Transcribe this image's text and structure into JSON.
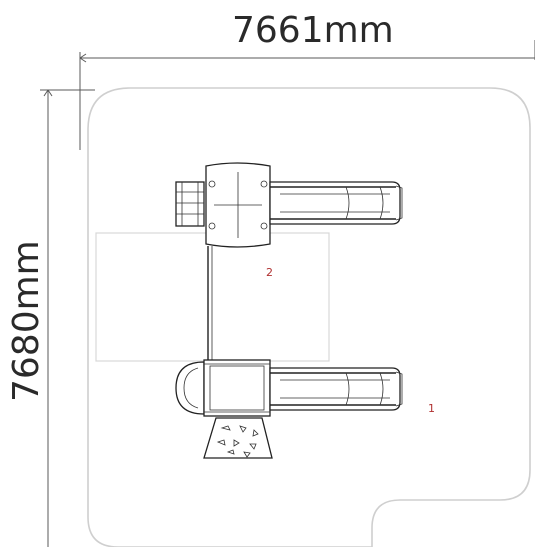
{
  "dimensions": {
    "width_label": "7661mm",
    "height_label": "7680mm"
  },
  "zones": [
    {
      "label": "1"
    },
    {
      "label": "2"
    }
  ],
  "colors": {
    "zone_label": "#b03030",
    "outline": "#cfcfcf",
    "linework": "#222222"
  }
}
